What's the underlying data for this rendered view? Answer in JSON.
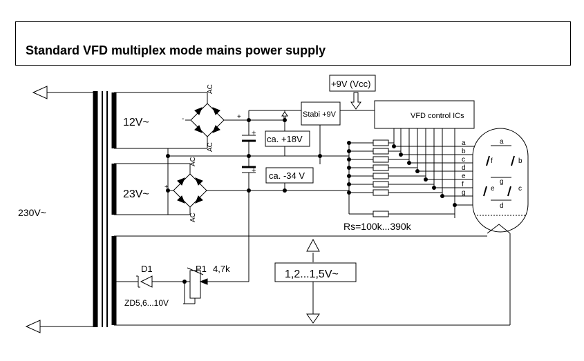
{
  "title": "Standard VFD multiplex mode mains power supply",
  "labels": {
    "mains": "230V~",
    "sec1": "12V~",
    "sec2": "23V~",
    "ac": "AC",
    "plus": "+",
    "minus": "-",
    "stabi": "Stabi +9V",
    "vcc": "+9V (Vcc)",
    "vfd_ics": "VFD control ICs",
    "v18": "ca. +18V",
    "v34": "ca. -34 V",
    "rs": "Rs=100k...390k",
    "d1": "D1",
    "zd": "ZD5,6...10V",
    "p1": "P1",
    "p1_value": "4,7k",
    "fil_voltage": "1,2...1,5V~"
  },
  "segments": [
    "a",
    "b",
    "c",
    "d",
    "e",
    "f",
    "g"
  ]
}
